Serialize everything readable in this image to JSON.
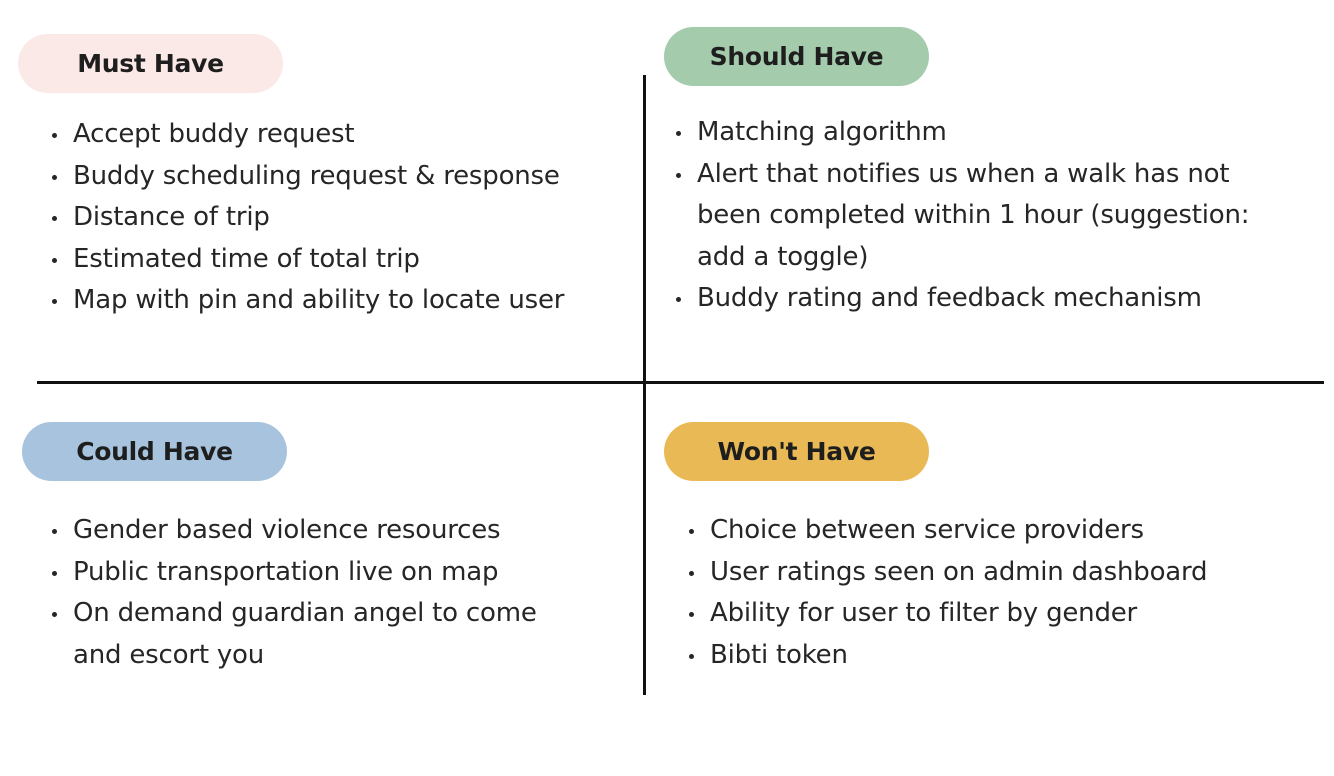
{
  "quadrants": {
    "must": {
      "title": "Must Have",
      "color": "#fbe9e7",
      "items": [
        "Accept buddy request",
        "Buddy scheduling request & response",
        "Distance of trip",
        "Estimated time of total trip",
        "Map with pin and ability to locate user"
      ]
    },
    "should": {
      "title": "Should Have",
      "color": "#a3cbac",
      "items": [
        "Matching algorithm",
        "Alert that notifies us when a walk has not",
        "been completed within 1 hour (suggestion:",
        "add a toggle)",
        "Buddy rating and feedback mechanism"
      ]
    },
    "could": {
      "title": "Could Have",
      "color": "#a8c3de",
      "items": [
        "Gender based violence resources",
        "Public transportation live on map",
        "On demand guardian angel to come",
        "and escort you"
      ]
    },
    "wont": {
      "title": "Won't Have",
      "color": "#e9b956",
      "items": [
        "Choice between service providers",
        "User ratings seen on admin dashboard",
        "Ability for user to filter by gender",
        "Bibti token"
      ]
    }
  }
}
